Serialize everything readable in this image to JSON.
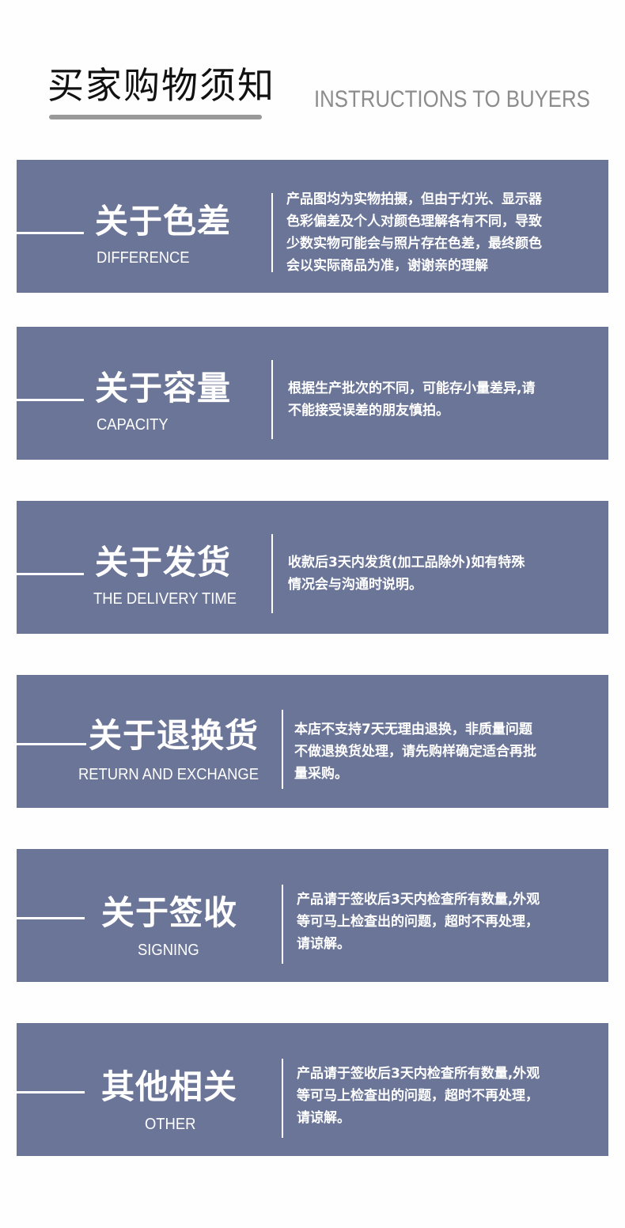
{
  "header": {
    "title": "买家购物须知",
    "subtitle": "INSTRUCTIONS TO BUYERS"
  },
  "colors": {
    "card_bg": "#6b7597",
    "title_text": "#111111",
    "subtitle_text": "#8c8c8c",
    "underline": "#999999"
  },
  "sections": [
    {
      "title": "关于色差",
      "subtitle": "DIFFERENCE",
      "lines": [
        "产品图均为实物拍摄，但由于灯光、显示器",
        "色彩偏差及个人对颜色理解各有不同，导致",
        "少数实物可能会与照片存在色差，最终颜色",
        "会以实际商品为准，谢谢亲的理解"
      ]
    },
    {
      "title": "关于容量",
      "subtitle": "CAPACITY",
      "lines": [
        "根据生产批次的不同，可能存小量差异,请",
        "不能接受误差的朋友慎拍。"
      ]
    },
    {
      "title": "关于发货",
      "subtitle": "THE DELIVERY TIME",
      "lines": [
        "收款后3天内发货(加工品除外)如有特殊",
        "情况会与沟通时说明。"
      ]
    },
    {
      "title": "关于退换货",
      "subtitle": "RETURN AND EXCHANGE",
      "lines": [
        "本店不支持7天无理由退换，非质量问题",
        "不做退换货处理，请先购样确定适合再批",
        "量采购。"
      ]
    },
    {
      "title": "关于签收",
      "subtitle": "SIGNING",
      "lines": [
        "产品请于签收后3天内检查所有数量,外观",
        "等可马上检查出的问题，超时不再处理，",
        "请谅解。"
      ]
    },
    {
      "title": "其他相关",
      "subtitle": "OTHER",
      "lines": [
        "产品请于签收后3天内检查所有数量,外观",
        "等可马上检查出的问题，超时不再处理，",
        "请谅解。"
      ]
    }
  ]
}
